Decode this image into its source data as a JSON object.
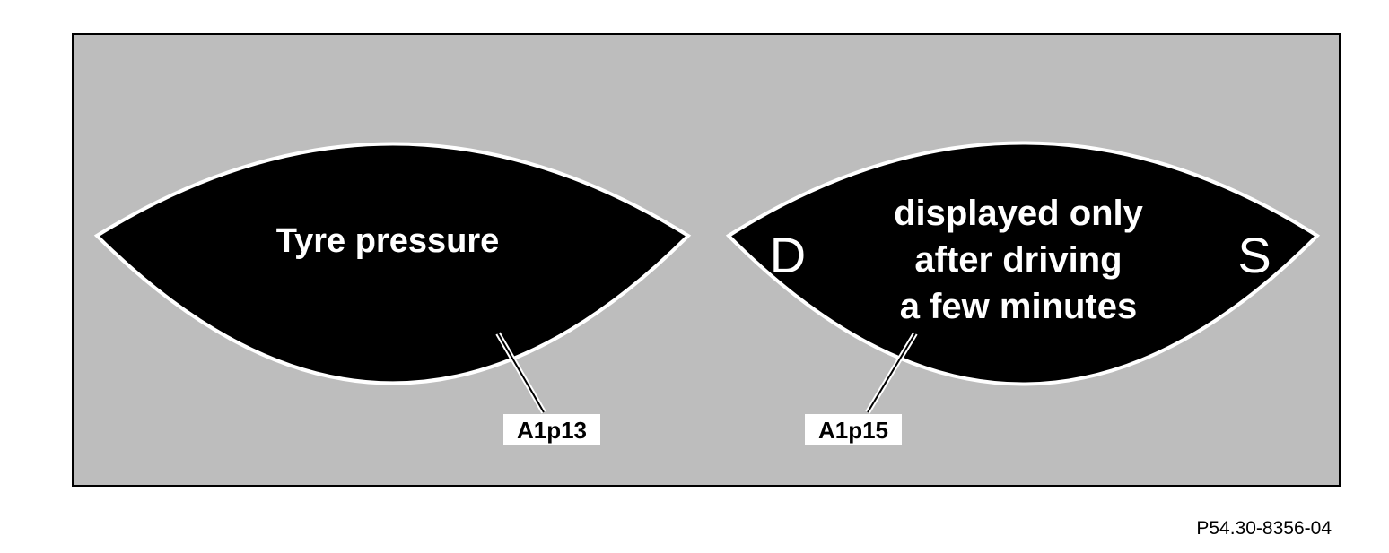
{
  "left_display": {
    "text": "Tyre pressure",
    "callout": "A1p13"
  },
  "right_display": {
    "gear_left": "D",
    "gear_right": "S",
    "message_lines": [
      "displayed only",
      "after driving",
      "a few minutes"
    ],
    "callout": "A1p15"
  },
  "figure_code": "P54.30-8356-04",
  "colors": {
    "background_panel": "#bdbdbd",
    "display_fill": "#000000",
    "display_text": "#ffffff",
    "outline": "#ffffff"
  }
}
